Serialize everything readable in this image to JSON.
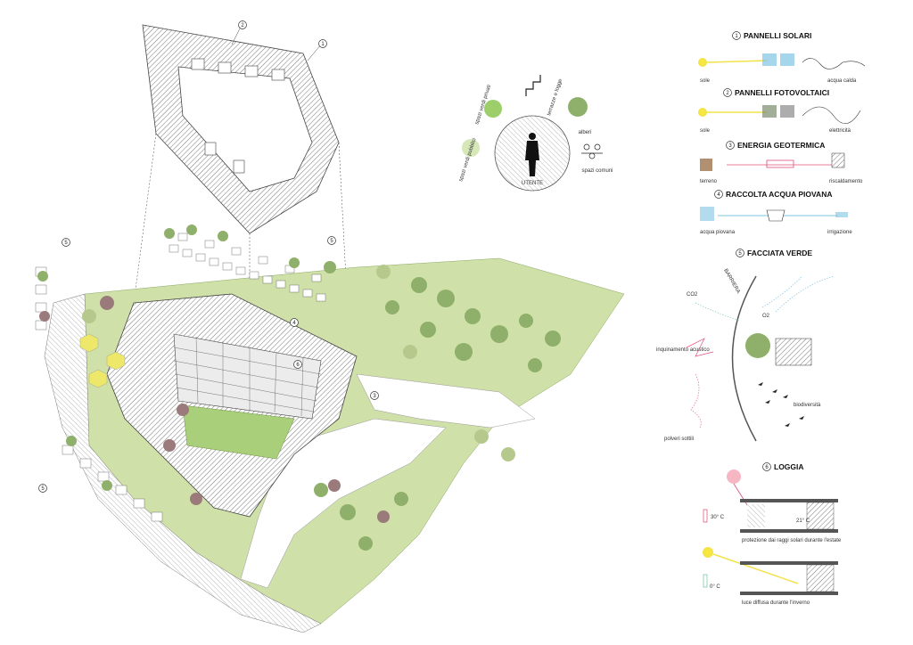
{
  "plan": {
    "callouts": [
      "1",
      "2",
      "3",
      "4",
      "5",
      "6"
    ]
  },
  "user_diagram": {
    "center": "UTENTE",
    "items": [
      "spazi verdi privati",
      "terrazze e logge",
      "alberi",
      "spazi comuni",
      "spazi verdi pubblici"
    ]
  },
  "legend": {
    "sections": [
      {
        "num": "1",
        "title": "PANNELLI SOLARI",
        "labels": [
          "sole",
          "acqua calda"
        ]
      },
      {
        "num": "2",
        "title": "PANNELLI FOTOVOLTAICI",
        "labels": [
          "sole",
          "elettricità"
        ]
      },
      {
        "num": "3",
        "title": "ENERGIA GEOTERMICA",
        "labels": [
          "terreno",
          "riscaldamento"
        ]
      },
      {
        "num": "4",
        "title": "RACCOLTA ACQUA PIOVANA",
        "labels": [
          "acqua piovana",
          "irrigazione"
        ]
      },
      {
        "num": "5",
        "title": "FACCIATA VERDE",
        "labels": [
          "BARRIERA",
          "CO2",
          "O2",
          "inquinamento acustico",
          "biodiversità",
          "polveri sottili"
        ]
      },
      {
        "num": "6",
        "title": "LOGGIA",
        "labels": [
          "30° C",
          "21° C",
          "protezione dai raggi solari durante l'estate",
          "0° C",
          "luce diffusa durante l'inverno"
        ]
      }
    ]
  },
  "colors": {
    "green_light": "#cfe0a8",
    "green_tree": "#8fb06a",
    "tree_red": "#9b7a7c",
    "sun": "#f2e24a",
    "water": "#7fc4e3",
    "heat": "#e0507a"
  }
}
